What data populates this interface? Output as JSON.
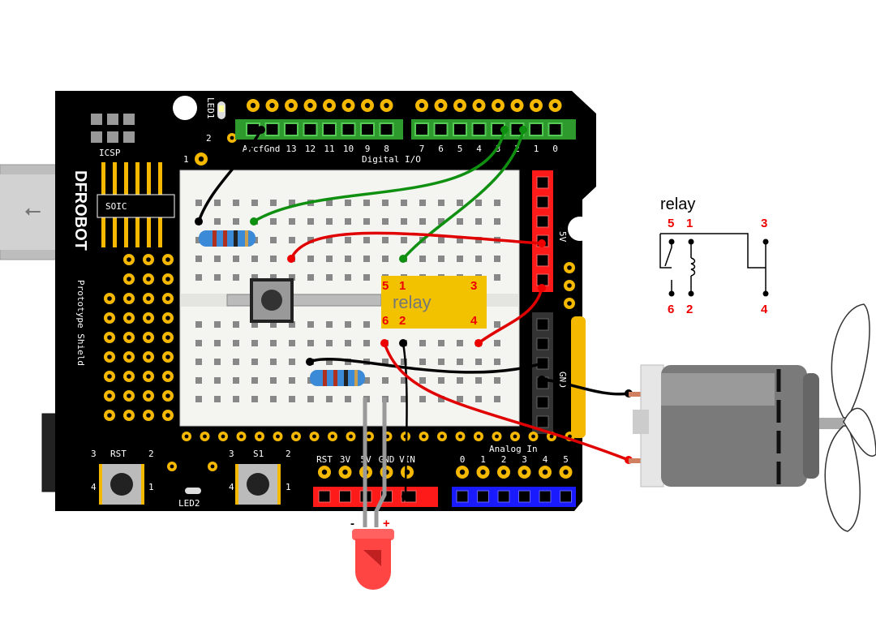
{
  "board": {
    "brand": "DFROBOT",
    "name": "Prototype Shield",
    "icsp": "ICSP",
    "soic": "SOIC",
    "led1": "LED1",
    "led2": "LED2",
    "rst": "RST",
    "s1": "S1",
    "digital_label": "Digital I/O",
    "digital_pins": [
      "Arcf",
      "Gnd",
      "13",
      "12",
      "11",
      "10",
      "9",
      "8",
      "7",
      "6",
      "5",
      "4",
      "3",
      "2",
      "1",
      "0"
    ],
    "power_pins": [
      "RST",
      "3V",
      "5V",
      "GND",
      "VIN"
    ],
    "analog_label": "Analog In",
    "analog_pins": [
      "0",
      "1",
      "2",
      "3",
      "4",
      "5"
    ],
    "header_5v": "5V",
    "header_gnd": "GND",
    "button_pin_labels": [
      "3",
      "2",
      "4",
      "1"
    ],
    "pin_one": "1",
    "pin_two": "2"
  },
  "relay": {
    "label": "relay",
    "pins_top": [
      "5",
      "1",
      "3"
    ],
    "pins_bottom": [
      "6",
      "2",
      "4"
    ]
  },
  "schematic": {
    "title": "relay",
    "pins_top": [
      "5",
      "1",
      "3"
    ],
    "pins_bottom": [
      "6",
      "2",
      "4"
    ]
  },
  "led": {
    "minus": "-",
    "plus": "+"
  },
  "colors": {
    "board": "#000000",
    "pad": "#f5b800",
    "digital_header": "#2e9a2e",
    "power_header": "#ff1a1a",
    "analog_header": "#1a1aff",
    "relay": "#f2c200",
    "breadboard": "#f4f4f0",
    "wire_red": "#e00000",
    "wire_green": "#109010",
    "wire_black": "#000000",
    "motor": "#7a7a7a"
  }
}
